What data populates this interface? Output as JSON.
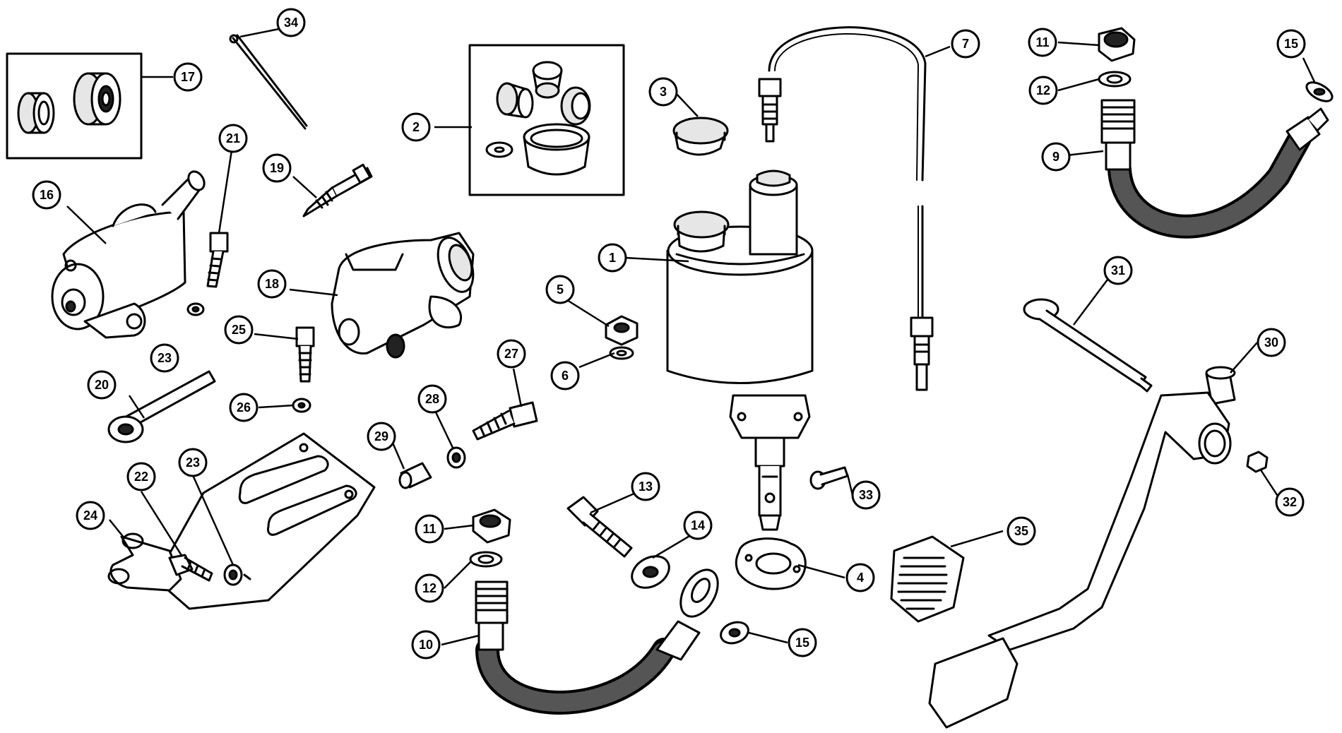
{
  "callouts": [
    {
      "id": "c1",
      "label": "1"
    },
    {
      "id": "c2",
      "label": "2"
    },
    {
      "id": "c3",
      "label": "3"
    },
    {
      "id": "c4",
      "label": "4"
    },
    {
      "id": "c5",
      "label": "5"
    },
    {
      "id": "c6",
      "label": "6"
    },
    {
      "id": "c7",
      "label": "7"
    },
    {
      "id": "c9",
      "label": "9"
    },
    {
      "id": "c10",
      "label": "10"
    },
    {
      "id": "c11a",
      "label": "11"
    },
    {
      "id": "c11b",
      "label": "11"
    },
    {
      "id": "c12a",
      "label": "12"
    },
    {
      "id": "c12b",
      "label": "12"
    },
    {
      "id": "c13",
      "label": "13"
    },
    {
      "id": "c14",
      "label": "14"
    },
    {
      "id": "c15a",
      "label": "15"
    },
    {
      "id": "c15b",
      "label": "15"
    },
    {
      "id": "c16",
      "label": "16"
    },
    {
      "id": "c17",
      "label": "17"
    },
    {
      "id": "c18",
      "label": "18"
    },
    {
      "id": "c19",
      "label": "19"
    },
    {
      "id": "c20",
      "label": "20"
    },
    {
      "id": "c21",
      "label": "21"
    },
    {
      "id": "c22",
      "label": "22"
    },
    {
      "id": "c23a",
      "label": "23"
    },
    {
      "id": "c23b",
      "label": "23"
    },
    {
      "id": "c24",
      "label": "24"
    },
    {
      "id": "c25",
      "label": "25"
    },
    {
      "id": "c26",
      "label": "26"
    },
    {
      "id": "c27",
      "label": "27"
    },
    {
      "id": "c28",
      "label": "28"
    },
    {
      "id": "c29",
      "label": "29"
    },
    {
      "id": "c30",
      "label": "30"
    },
    {
      "id": "c31",
      "label": "31"
    },
    {
      "id": "c32",
      "label": "32"
    },
    {
      "id": "c33",
      "label": "33"
    },
    {
      "id": "c34",
      "label": "34"
    },
    {
      "id": "c35",
      "label": "35"
    }
  ]
}
